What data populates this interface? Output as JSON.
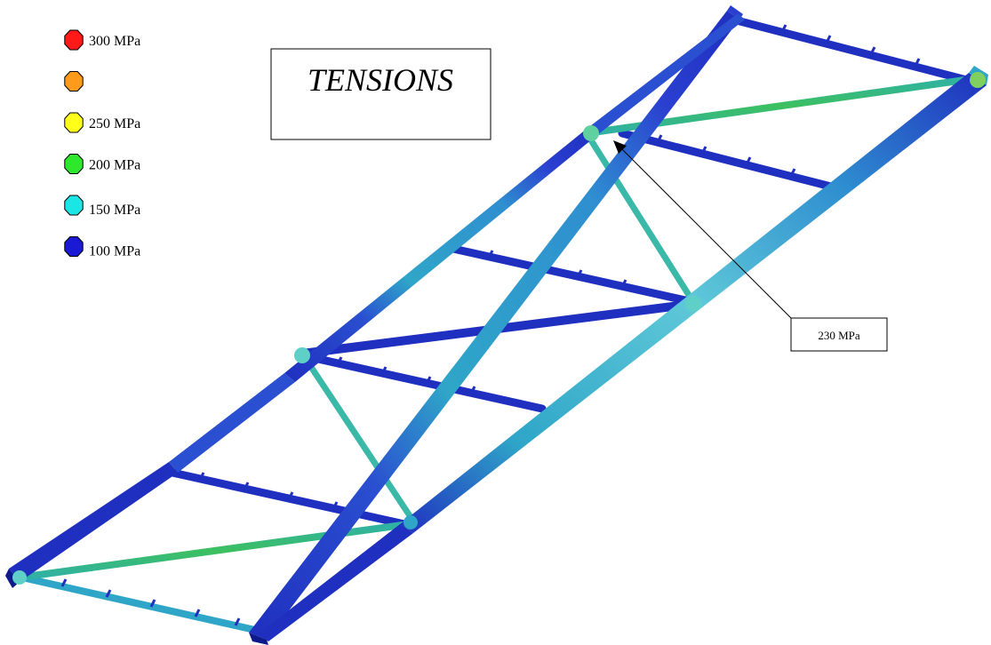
{
  "title": "TENSIONS",
  "legend": {
    "items": [
      {
        "label": "300 MPa",
        "color": "#ff1a1a"
      },
      {
        "label": "",
        "color": "#ff9a1a"
      },
      {
        "label": "250 MPa",
        "color": "#ffff1a"
      },
      {
        "label": "200 MPa",
        "color": "#2ee82e"
      },
      {
        "label": "150 MPa",
        "color": "#1ae6e6"
      },
      {
        "label": "100 MPa",
        "color": "#1a1ad6"
      }
    ]
  },
  "callout": {
    "label": "230 MPa"
  },
  "colors": {
    "low": "#1f2fbf",
    "low_dark": "#0f1a8a",
    "mid": "#2fa6c8",
    "mid_light": "#5fd0d8",
    "high": "#3cc060"
  }
}
